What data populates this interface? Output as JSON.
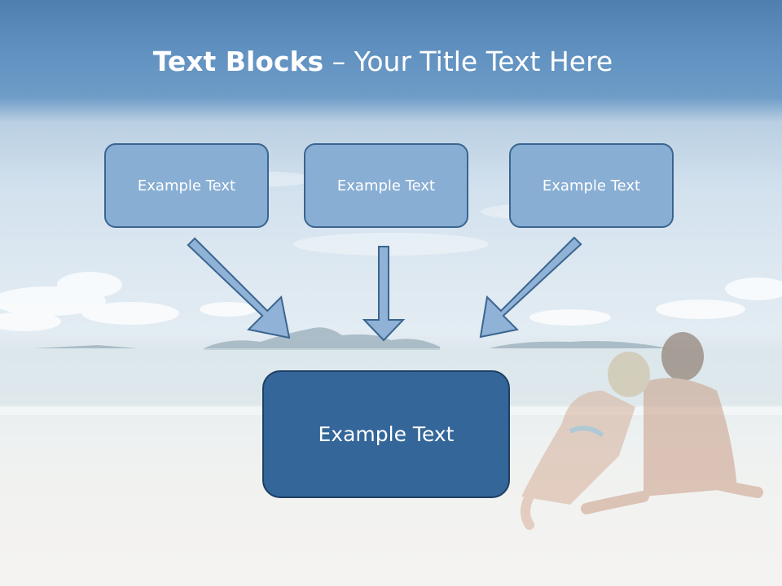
{
  "slide": {
    "title_bold": "Text Blocks",
    "title_dash": " – ",
    "title_rest": "Your Title Text Here",
    "blocks": [
      {
        "label": "Example Text"
      },
      {
        "label": "Example Text"
      },
      {
        "label": "Example Text"
      }
    ],
    "main_block": {
      "label": "Example Text"
    }
  },
  "colors": {
    "header_blue": "#5f90bf",
    "small_box_fill": "#88aed3",
    "small_box_border": "#3b6590",
    "main_box_fill": "#346699",
    "arrow_fill": "#8fb2d6"
  },
  "background_image": {
    "name": "couple-on-beach"
  }
}
